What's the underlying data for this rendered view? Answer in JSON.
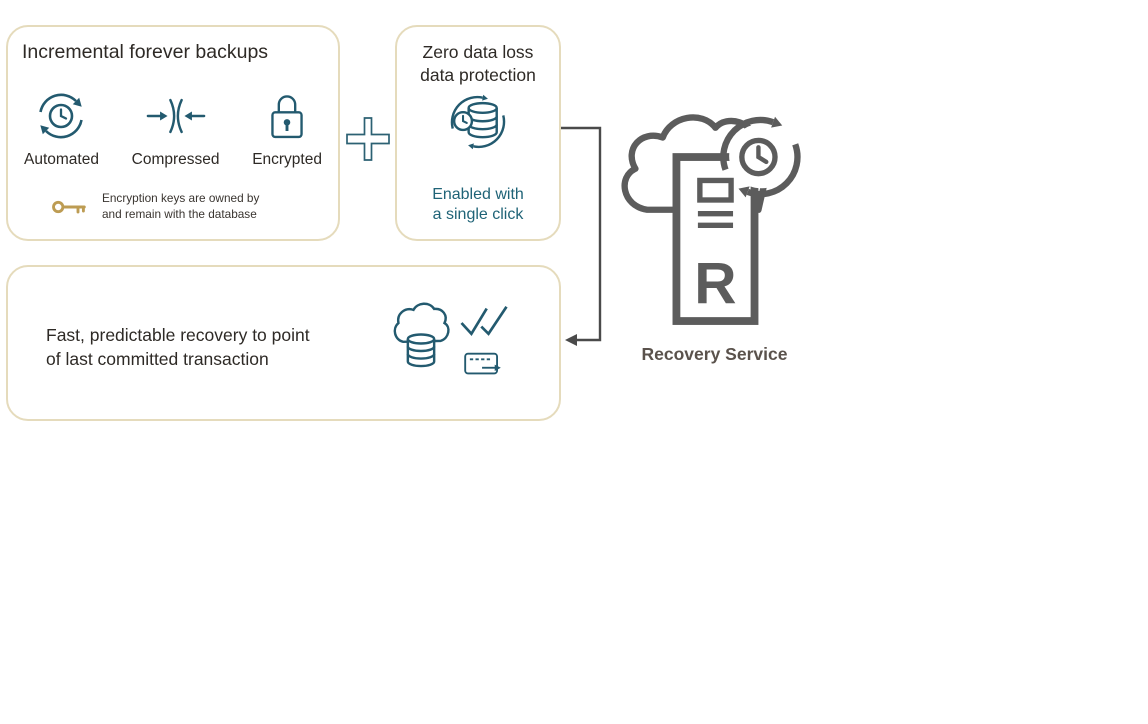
{
  "colors": {
    "box_border": "#e5dbbc",
    "teal_icon": "#235a6f",
    "teal_text": "#1f6377",
    "gold": "#bd9c53",
    "gray_icon": "#5c5c5c",
    "text": "#2e2a26"
  },
  "box_incremental": {
    "title": "Incremental forever backups",
    "features": [
      {
        "label": "Automated",
        "icon": "automated-sync-clock-icon"
      },
      {
        "label": "Compressed",
        "icon": "compress-arrows-icon"
      },
      {
        "label": "Encrypted",
        "icon": "padlock-icon"
      }
    ],
    "note_icon": "key-icon",
    "note_line1": "Encryption keys are owned by",
    "note_line2": "and remain with the database"
  },
  "plus_sign": "+",
  "box_zero_loss": {
    "title_line1": "Zero data loss",
    "title_line2": "data protection",
    "icon": "database-sync-clock-icon",
    "caption_line1": "Enabled with",
    "caption_line2": "a single click"
  },
  "box_recovery": {
    "text_line1": "Fast, predictable recovery to point",
    "text_line2": "of last committed transaction",
    "icons": [
      "cloud-database-icon",
      "double-checkmark-icon",
      "transaction-card-icon"
    ]
  },
  "recovery_service": {
    "icon": "cloud-server-recovery-icon",
    "label": "Recovery Service"
  }
}
